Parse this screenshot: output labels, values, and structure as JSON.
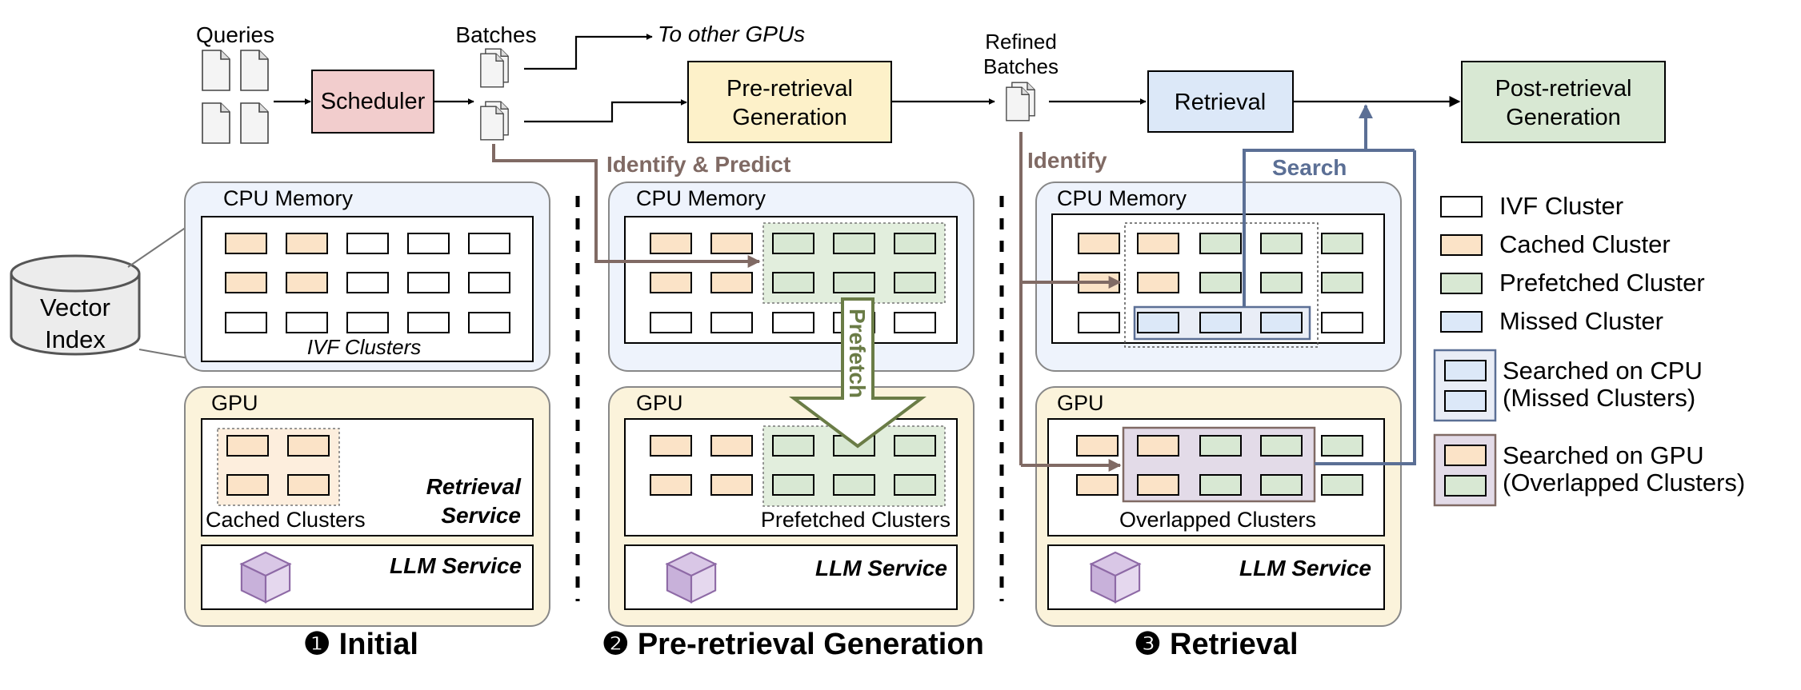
{
  "colors": {
    "cached": "#fbe3c7",
    "prefetched": "#d8e8d3",
    "missed": "#dce8f8",
    "ivf": "#ffffff",
    "cpu_panel": "#eef3fc",
    "gpu_panel": "#fbf3db",
    "scheduler": "#f2cdcd",
    "pre_retrieval": "#fdf1c9",
    "retrieval": "#dce8f8",
    "post_retrieval": "#d8e8d3",
    "brown_arrow": "#806a64",
    "blue_arrow": "#5b6f95",
    "green_arrow": "#6a7c46",
    "overlap_box": "#e3dbe8"
  },
  "pipeline": {
    "queries_label": "Queries",
    "batches_label": "Batches",
    "to_other_gpus": "To other GPUs",
    "scheduler": "Scheduler",
    "pre_retrieval_line1": "Pre-retrieval",
    "pre_retrieval_line2": "Generation",
    "refined_line1": "Refined",
    "refined_line2": "Batches",
    "retrieval": "Retrieval",
    "post_retrieval_line1": "Post-retrieval",
    "post_retrieval_line2": "Generation"
  },
  "annotations": {
    "identify_predict": "Identify & Predict",
    "identify": "Identify",
    "search": "Search",
    "prefetch": "Prefetch"
  },
  "vector_index": {
    "line1": "Vector",
    "line2": "Index"
  },
  "panels": {
    "cpu_memory": "CPU Memory",
    "gpu": "GPU",
    "ivf_clusters": "IVF Clusters",
    "cached_clusters": "Cached Clusters",
    "retrieval_service_line1": "Retrieval",
    "retrieval_service_line2": "Service",
    "llm_service": "LLM Service",
    "prefetched_clusters": "Prefetched Clusters",
    "overlapped_clusters": "Overlapped Clusters"
  },
  "stages": {
    "initial": "❶ Initial",
    "pre_retrieval": "❷ Pre-retrieval Generation",
    "retrieval": "❸ Retrieval"
  },
  "legend": {
    "ivf": "IVF Cluster",
    "cached": "Cached Cluster",
    "prefetched": "Prefetched Cluster",
    "missed": "Missed Cluster",
    "cpu_line1": "Searched on CPU",
    "cpu_line2": "(Missed Clusters)",
    "gpu_line1": "Searched on GPU",
    "gpu_line2": "(Overlapped Clusters)"
  }
}
